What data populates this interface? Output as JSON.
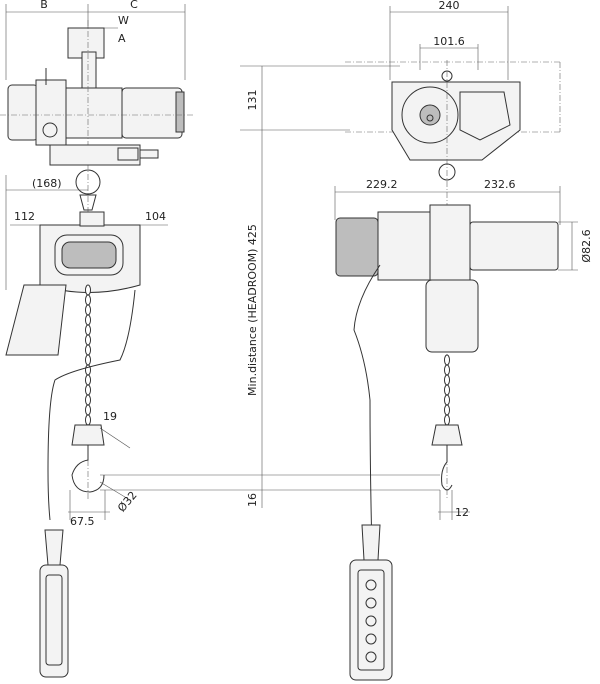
{
  "dimensions": {
    "b": "B",
    "c": "C",
    "w": "W",
    "a": "A",
    "d168": "(168)",
    "d112": "112",
    "d104": "104",
    "d19": "19",
    "d67_5": "67.5",
    "d32": "Ø32",
    "d240": "240",
    "d101_6": "101.6",
    "d131": "131",
    "d229_2": "229.2",
    "d232_6": "232.6",
    "d82_6": "Ø82.6",
    "headroom": "Min.distance (HEADROOM) 425",
    "d16": "16",
    "d12": "12"
  }
}
